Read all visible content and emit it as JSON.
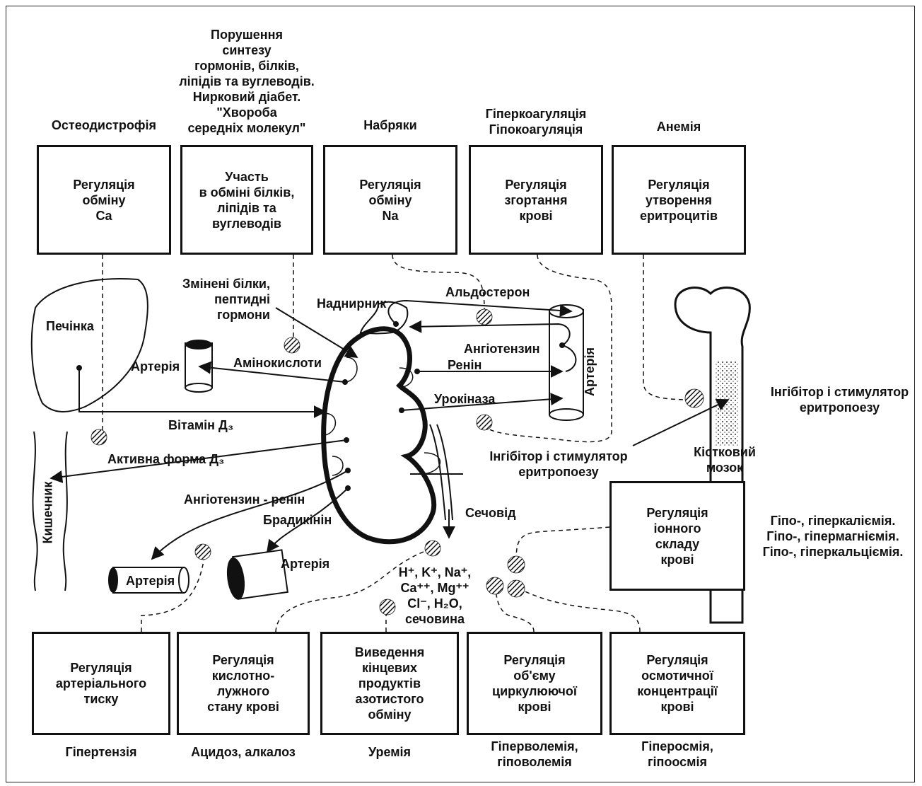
{
  "top_boxes": [
    {
      "label": "Регуляція\nобміну\nCa",
      "outcome": "Остеодистрофія"
    },
    {
      "label": "Участь\nв обміні білків,\nліпідів та\nвуглеводів",
      "outcome": "Порушення\nсинтезу\nгормонів, білків,\nліпідів та вуглеводів.\nНирковий діабет.\n\"Хвороба\nсередніх молекул\""
    },
    {
      "label": "Регуляція\nобміну\nNa",
      "outcome": "Набряки"
    },
    {
      "label": "Регуляція\nзгортання\nкрові",
      "outcome": "Гіперкоагуляція\nГіпокоагуляція"
    },
    {
      "label": "Регуляція\nутворення\nеритроцитів",
      "outcome": "Анемія"
    }
  ],
  "bottom_boxes": [
    {
      "label": "Регуляція\nартеріального\nтиску",
      "outcome": "Гіпертензія"
    },
    {
      "label": "Регуляція\nкислотно-\nлужного\nстану крові",
      "outcome": "Ацидоз, алкалоз"
    },
    {
      "label": "Виведення\nкінцевих\nпродуктів\nазотистого\nобміну",
      "outcome": "Уремія"
    },
    {
      "label": "Регуляція\nоб'єму\nциркулюючої\nкрові",
      "outcome": "Гіперволемія,\nгіповолемія"
    },
    {
      "label": "Регуляція\nосмотичної\nконцентрації\nкрові",
      "outcome": "Гіперосмія,\nгіпоосмія"
    }
  ],
  "ion_box": {
    "label": "Регуляція\nіонного\nскладу\nкрові",
    "outcome": "Гіпо-, гіперкаліємія.\nГіпо-, гіпермагніємія.\nГіпо-, гіперкальціємія."
  },
  "labels": {
    "liver": "Печінка",
    "artery_left": "Артерія",
    "changed_proteins": "Змінені білки,\nпептидні\nгормони",
    "adrenal": "Наднирник",
    "aldosterone": "Альдостерон",
    "angiotensin": "Ангіотензин",
    "renin": "Ренін",
    "amino_acids": "Амінокислоти",
    "urokinase": "Урокіназа",
    "artery_right": "Артерія",
    "vitamin_d3": "Вітамін Д₃",
    "active_d3": "Активна форма Д₃",
    "intestine": "Кишечник",
    "erythro_right": "Інгібітор і стимулятор\nеритропоезу",
    "erythro_center": "Інгібітор і стимулятор\nеритропоезу",
    "bone_marrow": "Кістковий\nмозок",
    "angiotensin_renin": "Ангіотензин - ренін",
    "bradykinin": "Брадикінін",
    "artery_bottom1": "Артерія",
    "artery_bottom2": "Артерія",
    "ureter": "Сечовід",
    "ions": "H⁺, K⁺, Na⁺,\nCa⁺⁺, Mg⁺⁺\nCl⁻, H₂O,\nсечовина"
  }
}
